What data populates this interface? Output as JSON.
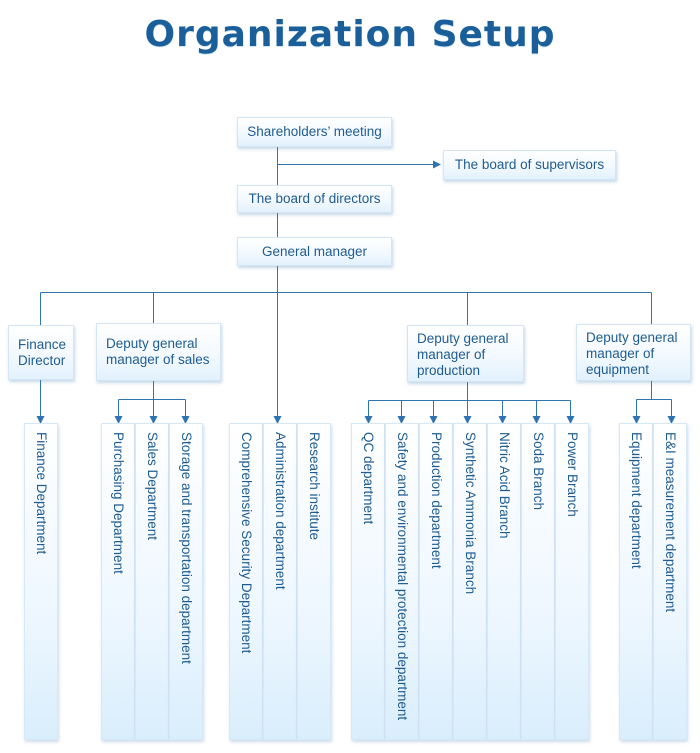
{
  "title": "Organization Setup",
  "top": {
    "shareholders": "Shareholders’ meeting",
    "supervisors": "The board of supervisors",
    "directors": "The board of directors",
    "general_manager": "General manager"
  },
  "managers": {
    "finance": "Finance Director",
    "sales": "Deputy general manager of sales",
    "production": "Deputy general manager of production",
    "equipment": "Deputy general manager of equipment"
  },
  "departments": {
    "finance": [
      "Finance Department"
    ],
    "sales": [
      "Purchasing Department",
      "Sales Department",
      "Storage and transportation department"
    ],
    "general": [
      "Comprehensive Security Department",
      "Administration department",
      "Research institute"
    ],
    "production": [
      "QC department",
      "Safety and environmental protection department",
      "Production department",
      "Synthetic Ammonia Branch",
      "Nitric Acid Branch",
      "Soda Branch",
      "Power  Branch"
    ],
    "equipment": [
      "Equipment department",
      "E&I  measurement department"
    ]
  },
  "colors": {
    "line": "#2f74b0",
    "text": "#1f5c92",
    "title": "#1a5f9a"
  }
}
